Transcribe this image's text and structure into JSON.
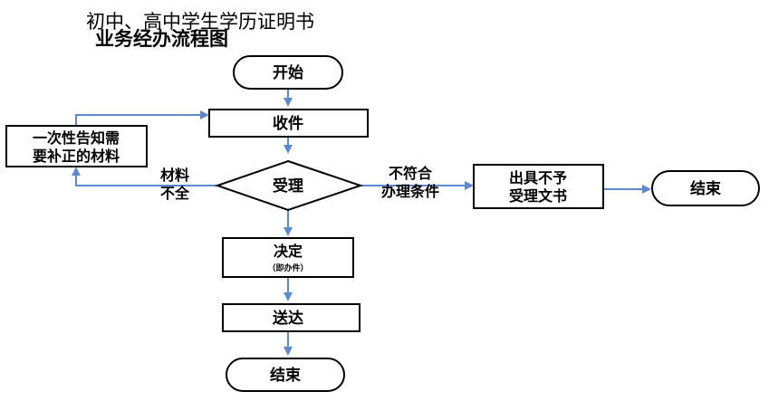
{
  "title": {
    "line1": "初中、高中学生学历证明书",
    "line2": "业务经办流程图"
  },
  "nodes": {
    "start": "开始",
    "receive": "收件",
    "notify_line1": "一次性告知需",
    "notify_line2": "要补正的材料",
    "accept": "受理",
    "reject_line1": "出具不予",
    "reject_line2": "受理文书",
    "end_right": "结束",
    "decide": "决定",
    "decide_sub": "（即办件）",
    "deliver": "送达",
    "end_bottom": "结束"
  },
  "edge_labels": {
    "incomplete_line1": "材料",
    "incomplete_line2": "不全",
    "noncompliant_line1": "不符合",
    "noncompliant_line2": "办理条件"
  },
  "colors": {
    "arrow": "#5b8ad0",
    "border": "#000000"
  }
}
